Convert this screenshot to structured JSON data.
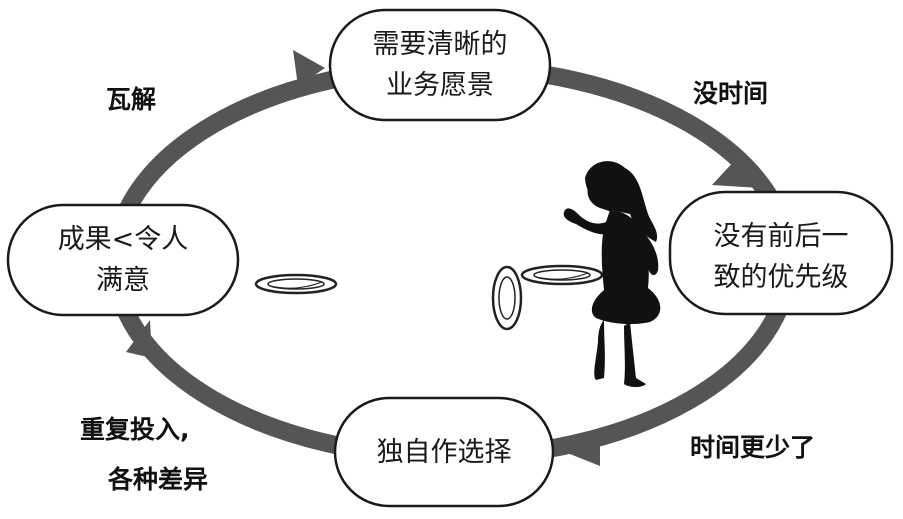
{
  "nodes": {
    "top": {
      "line1": "需要清晰的",
      "line2": "业务愿景"
    },
    "right": {
      "line1": "没有前后一",
      "line2": "致的优先级"
    },
    "bottom": {
      "line1": "独自作选择"
    },
    "left": {
      "line1": "成果<令人",
      "line2": "满意"
    }
  },
  "edges": {
    "top_right": "没时间",
    "bottom_right": "时间更少了",
    "bottom_left_line1": "重复投入,",
    "bottom_left_line2": "各种差异",
    "top_left": "瓦解"
  },
  "colors": {
    "cycle": "#555555",
    "node_border": "#1a1a1a",
    "silhouette": "#111111"
  }
}
